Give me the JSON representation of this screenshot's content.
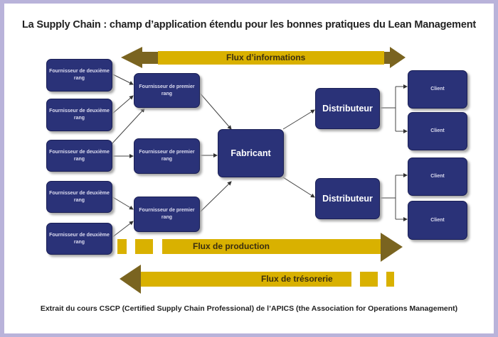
{
  "title": "La Supply Chain : champ d’application étendu pour les bonnes pratiques du Lean Management",
  "footer": "Extrait du cours CSCP (Certified Supply Chain Professional) de l’APICS (the Association for Operations Management)",
  "flows": {
    "information": "Flux d’informations",
    "production": "Flux de production",
    "treasury": "Flux de trésorerie"
  },
  "nodes": {
    "second_tier": [
      "Fournisseur de deuxième rang",
      "Fournisseur de deuxième rang",
      "Fournisseur de deuxième rang",
      "Fournisseur de deuxième rang",
      "Fournisseur de deuxième rang"
    ],
    "first_tier": [
      "Fournisseur de premier rang",
      "Fournisseur de premier rang",
      "Fournisseur de premier rang"
    ],
    "manufacturer": "Fabricant",
    "distributors": [
      "Distributeur",
      "Distributeur"
    ],
    "clients": [
      "Client",
      "Client",
      "Client",
      "Client"
    ]
  },
  "colors": {
    "box": "#2a3278",
    "flow": "#d9b100",
    "arrow_head": "#7a6420",
    "border": "#b9b3da"
  }
}
